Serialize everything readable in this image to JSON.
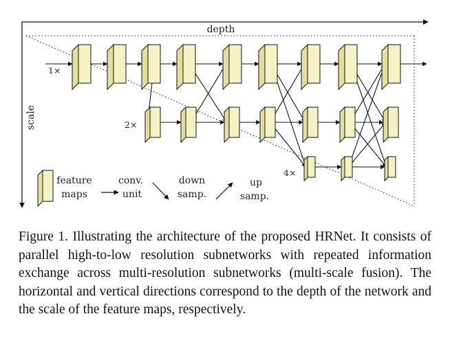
{
  "diagram": {
    "axis_labels": {
      "depth": "depth",
      "scale": "scale"
    },
    "scale_labels": [
      "1×",
      "2×",
      "4×"
    ],
    "legend": {
      "feature_maps": [
        "feature",
        "maps"
      ],
      "conv_unit": [
        "conv.",
        "unit"
      ],
      "down_sampling": [
        "down",
        "samp."
      ],
      "up_sampling": [
        "up",
        "samp."
      ]
    },
    "colors": {
      "block_face": "#f5f3c6",
      "block_side": "#e3e09c",
      "line": "#111111"
    }
  },
  "caption": "Figure 1. Illustrating the architecture of the proposed HRNet. It consists of parallel high-to-low resolution subnetworks with repeated information exchange across multi-resolution subnetworks (multi-scale fusion). The horizontal and vertical directions correspond to the depth of the network and the scale of the feature maps, respectively."
}
